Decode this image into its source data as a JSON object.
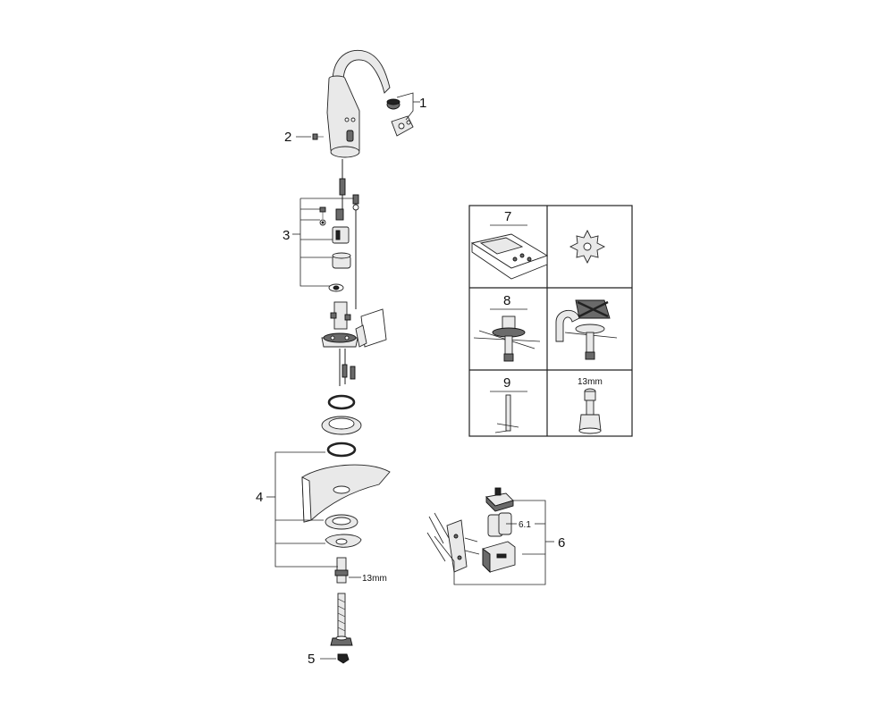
{
  "callouts": {
    "p1": "1",
    "p2": "2",
    "p3": "3",
    "p4": "4",
    "p5": "5",
    "p6": "6",
    "p6_1": "6.1"
  },
  "dimensions": {
    "wrench_main": "13mm"
  },
  "accessory_panel": {
    "remote_label": "7",
    "tool_label": "8",
    "key_label": "9",
    "socket_size": "13mm"
  },
  "colors": {
    "line": "#222222",
    "part_fill": "#e9e9e9",
    "dark_fill": "#6a6a6a"
  }
}
